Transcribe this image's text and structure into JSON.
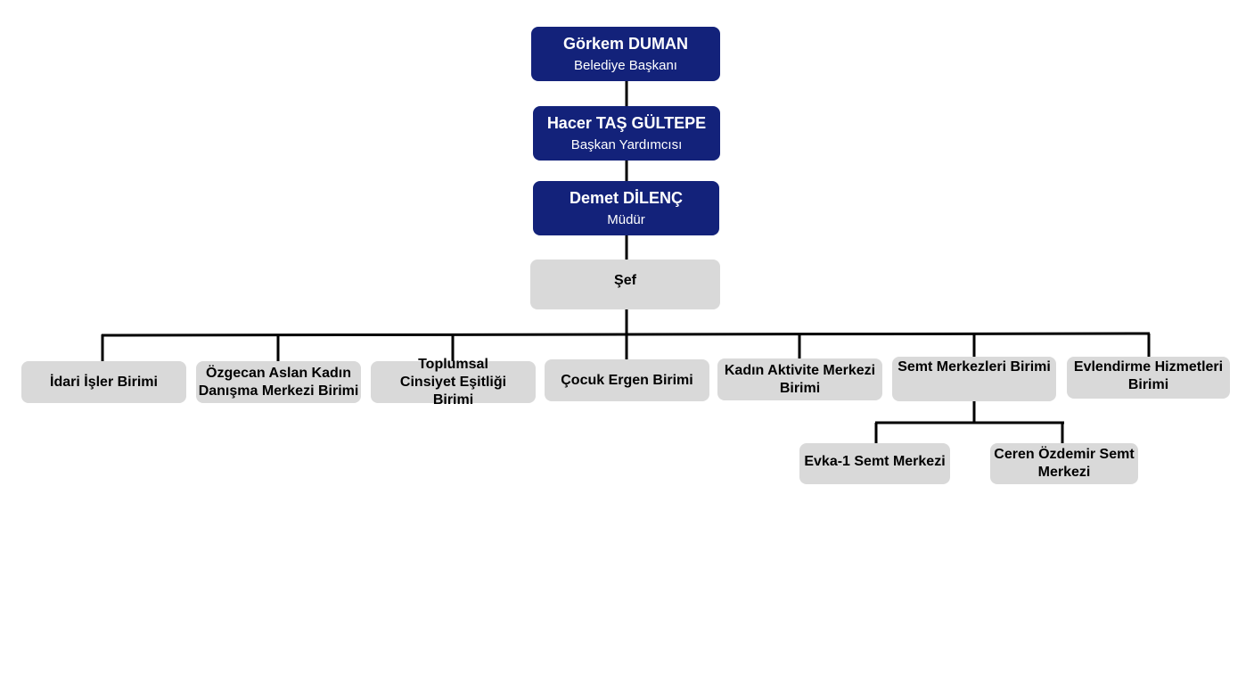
{
  "colors": {
    "executive_fill": "#13227a",
    "unit_fill": "#d9d9d9",
    "connector": "#000000",
    "background": "#ffffff"
  },
  "executives": [
    {
      "name": "Görkem DUMAN",
      "role": "Belediye Başkanı"
    },
    {
      "name": "Hacer TAŞ GÜLTEPE",
      "role": "Başkan Yardımcısı"
    },
    {
      "name": "Demet DİLENÇ",
      "role": "Müdür"
    }
  ],
  "chief": {
    "label": "Şef"
  },
  "units": [
    {
      "label": "İdari İşler Birimi"
    },
    {
      "label": "Özgecan Aslan Kadın Danışma Merkezi Birimi"
    },
    {
      "label": "Toplumsal Cinsiyet Eşitliği Birimi"
    },
    {
      "label": "Çocuk Ergen Birimi"
    },
    {
      "label": "Kadın Aktivite Merkezi Birimi"
    },
    {
      "label": "Semt Merkezleri Birimi"
    },
    {
      "label": "Evlendirme Hizmetleri Birimi"
    }
  ],
  "sub_units": [
    {
      "label": "Evka-1 Semt Merkezi"
    },
    {
      "label": "Ceren Özdemir Semt Merkezi"
    }
  ]
}
